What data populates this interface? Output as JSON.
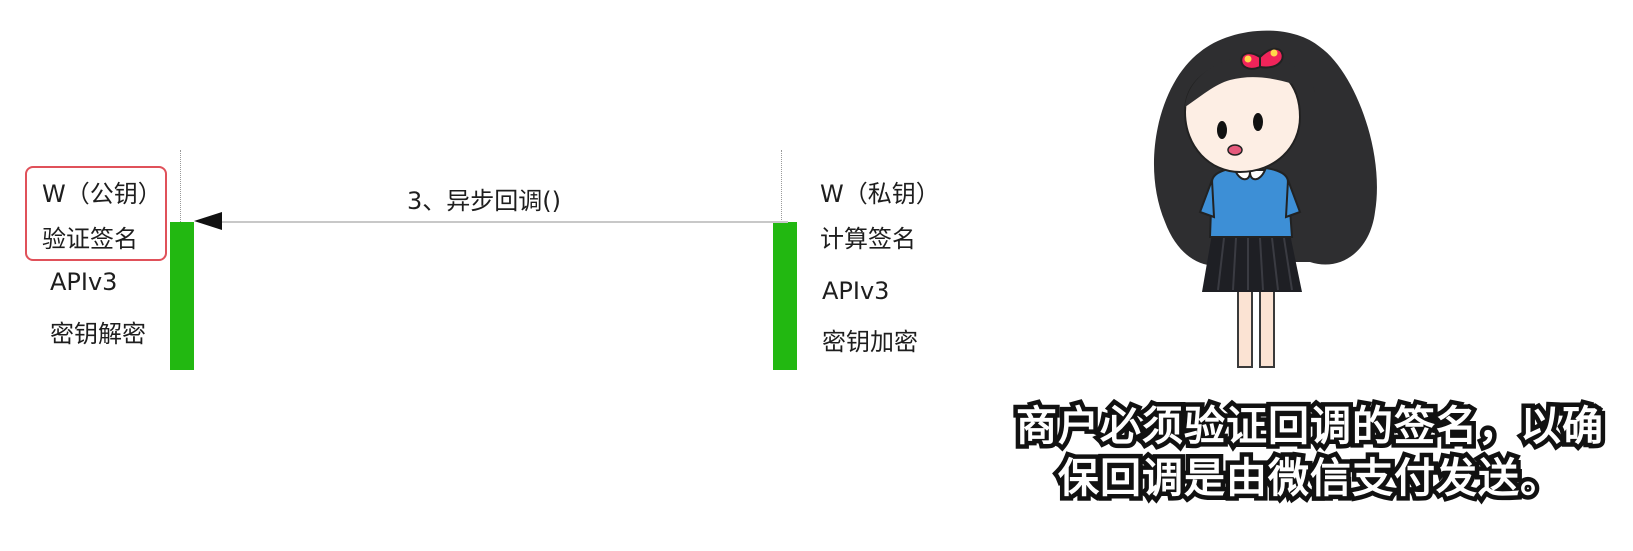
{
  "diagram": {
    "left": {
      "key_label": "W（公钥）",
      "action_label": "验证签名",
      "api_label": "APIv3",
      "crypto_label": "密钥解密"
    },
    "right": {
      "key_label": "W（私钥）",
      "action_label": "计算签名",
      "api_label": "APIv3",
      "crypto_label": "密钥加密"
    },
    "message": "3、异步回调()"
  },
  "caption": {
    "line1": "商户必须验证回调的签名，以确",
    "line2": "保回调是由微信支付发送。"
  },
  "colors": {
    "activation_bar": "#22b811",
    "highlight_box": "#e0515a",
    "hair": "#2e2e30",
    "shirt": "#3d8fd6",
    "skirt": "#1e1f24",
    "bow": "#f0245a"
  }
}
